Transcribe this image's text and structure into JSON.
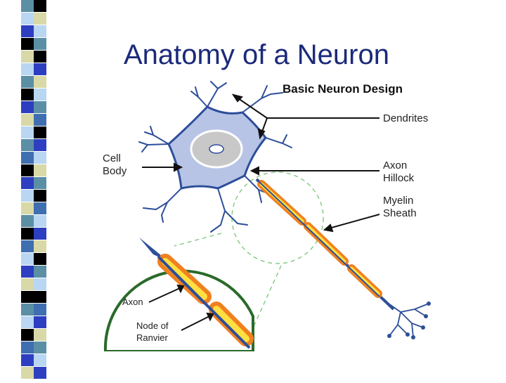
{
  "slide": {
    "title": "Anatomy of a Neuron"
  },
  "diagram": {
    "heading": "Basic Neuron Design",
    "labels": {
      "dendrites": "Dendrites",
      "cell_body_1": "Cell",
      "cell_body_2": "Body",
      "axon_hillock_1": "Axon",
      "axon_hillock_2": "Hillock",
      "myelin_1": "Myelin",
      "myelin_2": "Sheath",
      "axon": "Axon",
      "node_1": "Node of",
      "node_2": "Ranvier"
    }
  },
  "colors": {
    "title": "#1b2a7a",
    "stripe_palette": [
      "#5b8fa6",
      "#b9d6f2",
      "#2d3fc0",
      "#000000",
      "#d9d9a8",
      "#3f6fb0"
    ],
    "cell_fill": "#b8c4e6",
    "cell_outline": "#2d4e9a",
    "nucleus": "#c8c8c8",
    "myelin": "#f08020",
    "myelin_core": "#ffe040",
    "zoom_circle": "#2a6a2a",
    "dashed": "#88cc88"
  }
}
